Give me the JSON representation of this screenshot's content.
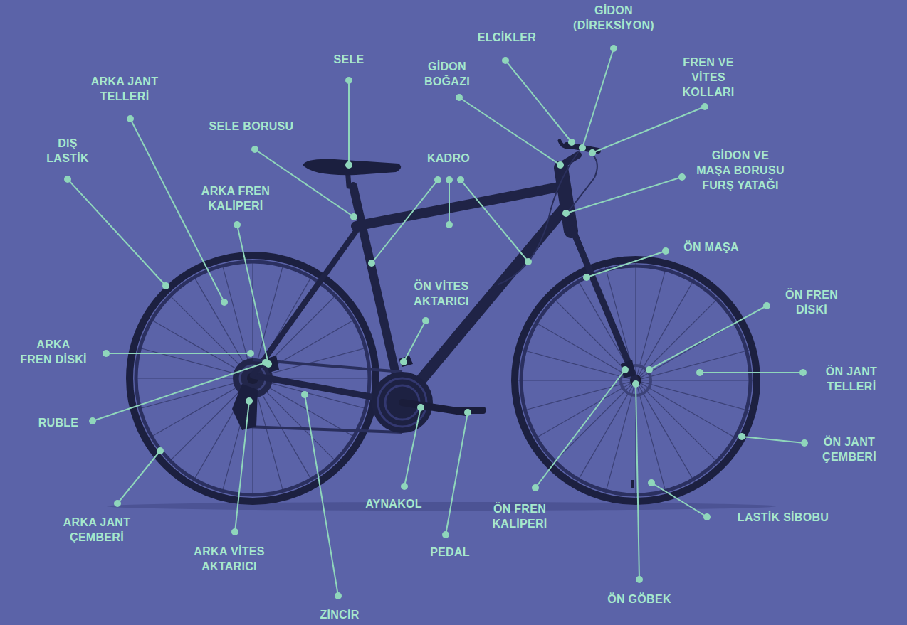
{
  "diagram": {
    "labels": [
      "GİDON (DİREKSİYON)",
      "ELCİKLER",
      "SELE",
      "GİDON BOĞAZI",
      "FREN VE VİTES KOLLARI",
      "ARKA JANT TELLERİ",
      "SELE BORUSU",
      "DIŞ LASTİK",
      "GİDON VE MAŞA BORUSU FURŞ YATAĞI",
      "KADRO",
      "ARKA FREN KALİPERİ",
      "ÖN MAŞA",
      "ÖN VİTES AKTARICI",
      "ÖN FREN DİSKİ",
      "ARKA FREN DİSKİ",
      "ÖN JANT TELLERİ",
      "RUBLE",
      "ÖN JANT ÇEMBERİ",
      "AYNAKOL",
      "ÖN FREN KALİPERİ",
      "LASTİK SİBOBU",
      "ARKA JANT ÇEMBERİ",
      "ARKA VİTES AKTARICI",
      "PEDAL",
      "ÖN GÖBEK",
      "ZİNCİR"
    ]
  }
}
